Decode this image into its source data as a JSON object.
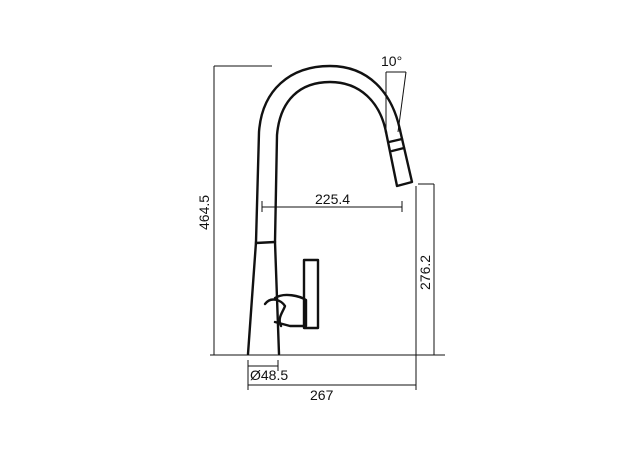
{
  "drawing": {
    "dimensions": {
      "angle": "10°",
      "reach": "225.4",
      "height_total": "464.5",
      "height_spout": "276.2",
      "base_diameter": "Ø48.5",
      "depth": "267"
    },
    "line_color": "#111111",
    "background": "#ffffff"
  }
}
